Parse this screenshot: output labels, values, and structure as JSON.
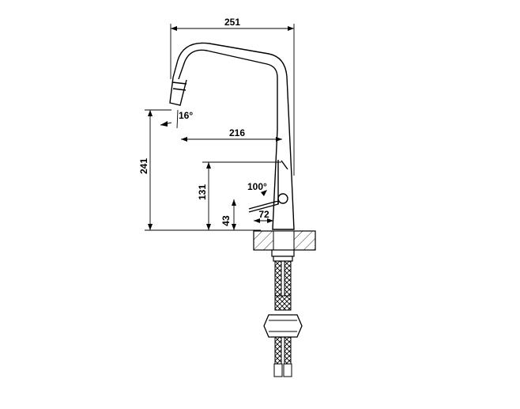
{
  "dimensions": {
    "total_width": "251",
    "spout_reach": "216",
    "total_height": "241",
    "aerator_angle": "16°",
    "lever_height": "131",
    "lever_angle": "100°",
    "lever_travel": "72",
    "base_height": "43"
  },
  "colors": {
    "line": "#000000",
    "background": "#ffffff",
    "hatch": "#000000"
  }
}
